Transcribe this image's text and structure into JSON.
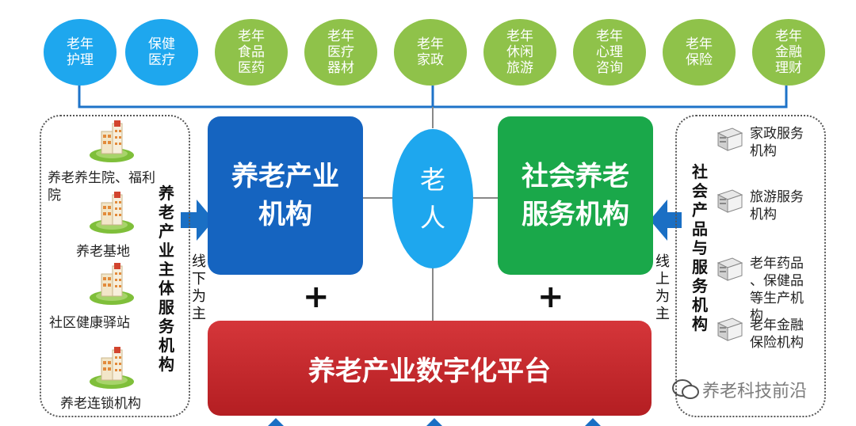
{
  "top_items": [
    {
      "label": "老年\n护理",
      "color": "blue"
    },
    {
      "label": "保健\n医疗",
      "color": "blue"
    },
    {
      "label": "老年\n食品\n医药",
      "color": "green"
    },
    {
      "label": "老年\n医疗\n器材",
      "color": "green"
    },
    {
      "label": "老年\n家政",
      "color": "green"
    },
    {
      "label": "老年\n休闲\n旅游",
      "color": "green"
    },
    {
      "label": "老年\n心理\n咨询",
      "color": "green"
    },
    {
      "label": "老年\n保险",
      "color": "green"
    },
    {
      "label": "老年\n金融\n理财",
      "color": "green"
    }
  ],
  "colors": {
    "blue": "#1ea7ee",
    "green": "#8fc24a",
    "box_blue": "#1564c0",
    "box_green": "#1aa84a",
    "platform_red": "#c8262a",
    "arrow_blue": "#1a6fc4"
  },
  "center": {
    "elder": "老\n人"
  },
  "blue_box": {
    "label": "养老产业\n机构"
  },
  "green_box": {
    "label": "社会养老\n服务机构"
  },
  "platform": {
    "label": "养老产业数字化平台"
  },
  "left_panel": {
    "items": [
      "养老养生院、福利院",
      "养老基地",
      "社区健康驿站",
      "养老连锁机构"
    ],
    "vertical_title": "养老产业主体服务机构",
    "offline": "线下为主"
  },
  "right_panel": {
    "items": [
      "家政服务\n机构",
      "旅游服务\n机构",
      "老年药品\n、保健品\n等生产机\n构",
      "老年金融\n保险机构"
    ],
    "vertical_title": "社会产品与服务机构",
    "online": "线上为主"
  },
  "plus": "+",
  "watermark": "养老科技前沿"
}
